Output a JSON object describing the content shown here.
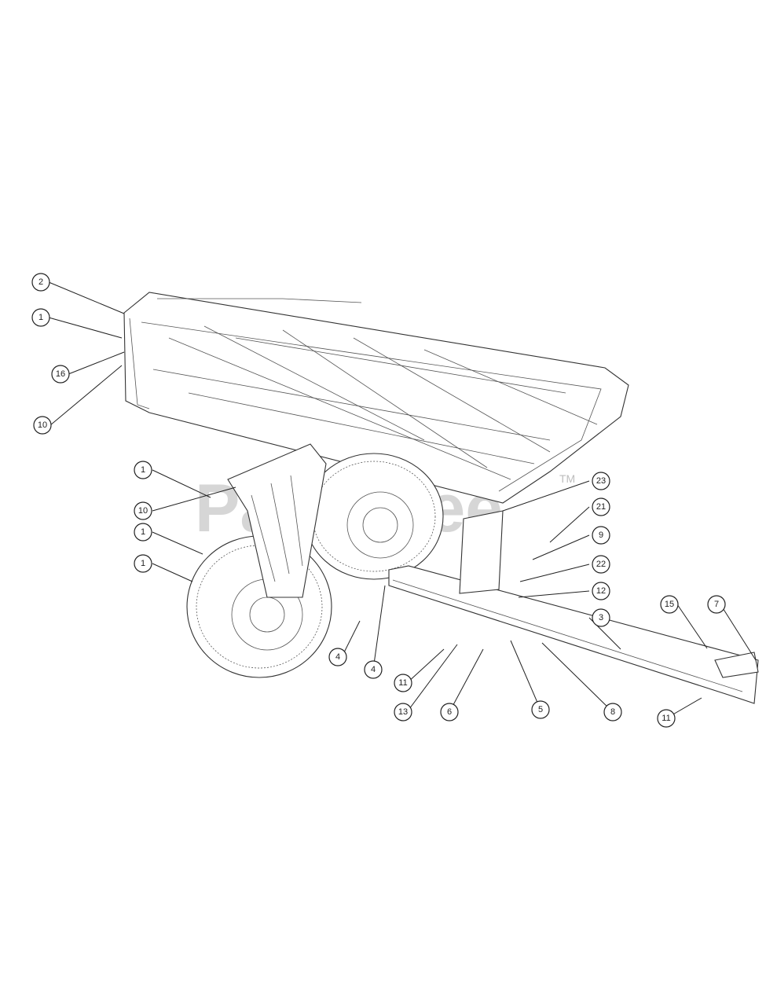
{
  "watermark": {
    "text": "PartsTree",
    "trademark": "TM"
  },
  "callouts": [
    {
      "id": "c1",
      "label": "2"
    },
    {
      "id": "c2",
      "label": "1"
    },
    {
      "id": "c3",
      "label": "16"
    },
    {
      "id": "c4",
      "label": "10"
    },
    {
      "id": "c5",
      "label": "1"
    },
    {
      "id": "c6",
      "label": "10"
    },
    {
      "id": "c7",
      "label": "1"
    },
    {
      "id": "c8",
      "label": "1"
    },
    {
      "id": "c9",
      "label": "23"
    },
    {
      "id": "c10",
      "label": "21"
    },
    {
      "id": "c11",
      "label": "9"
    },
    {
      "id": "c12",
      "label": "22"
    },
    {
      "id": "c13",
      "label": "12"
    },
    {
      "id": "c14",
      "label": "3"
    },
    {
      "id": "c15",
      "label": "15"
    },
    {
      "id": "c16",
      "label": "7"
    },
    {
      "id": "c17",
      "label": "4"
    },
    {
      "id": "c18",
      "label": "4"
    },
    {
      "id": "c19",
      "label": "11"
    },
    {
      "id": "c20",
      "label": "13"
    },
    {
      "id": "c21",
      "label": "6"
    },
    {
      "id": "c22",
      "label": "5"
    },
    {
      "id": "c23",
      "label": "8"
    },
    {
      "id": "c24",
      "label": "11"
    }
  ]
}
